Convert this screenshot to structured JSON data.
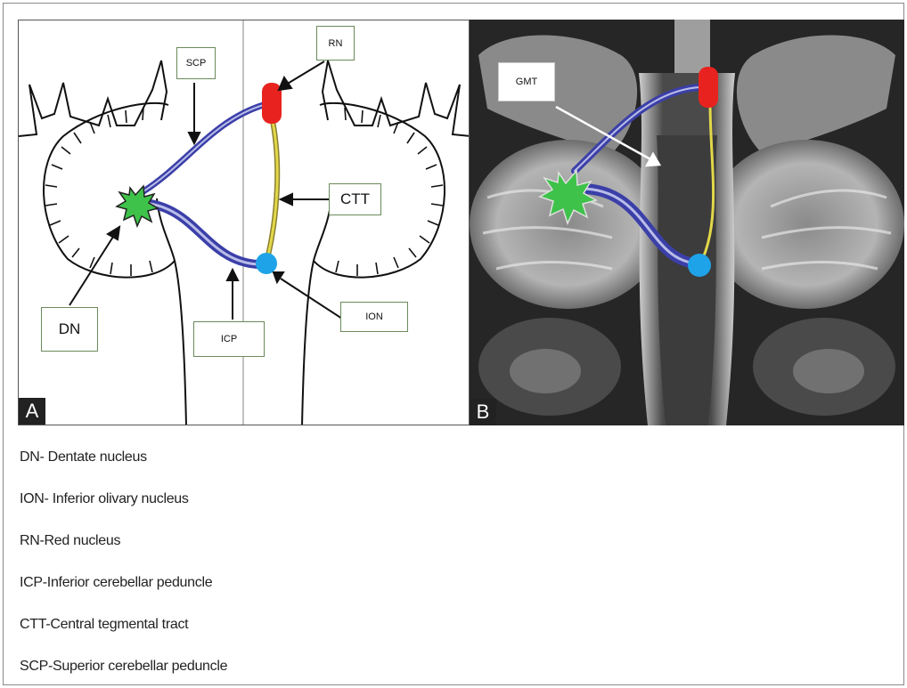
{
  "panel_a": {
    "letter": "A",
    "labels": {
      "scp": "SCP",
      "rn": "RN",
      "ctt": "CTT",
      "dn": "DN",
      "icp": "ICP",
      "ion": "ION"
    }
  },
  "panel_b": {
    "letter": "B",
    "labels": {
      "gmt": "GMT"
    }
  },
  "legend": [
    "DN- Dentate nucleus",
    "ION- Inferior olivary nucleus",
    "RN-Red nucleus",
    "ICP-Inferior cerebellar peduncle",
    "CTT-Central tegmental tract",
    "SCP-Superior cerebellar peduncle"
  ],
  "colors": {
    "red_nucleus": "#e8231f",
    "inferior_olive": "#1fa3e8",
    "dentate": "#3ec24a",
    "tract_blue": "#3b3fa8",
    "tract_yellow": "#e2d84a"
  }
}
